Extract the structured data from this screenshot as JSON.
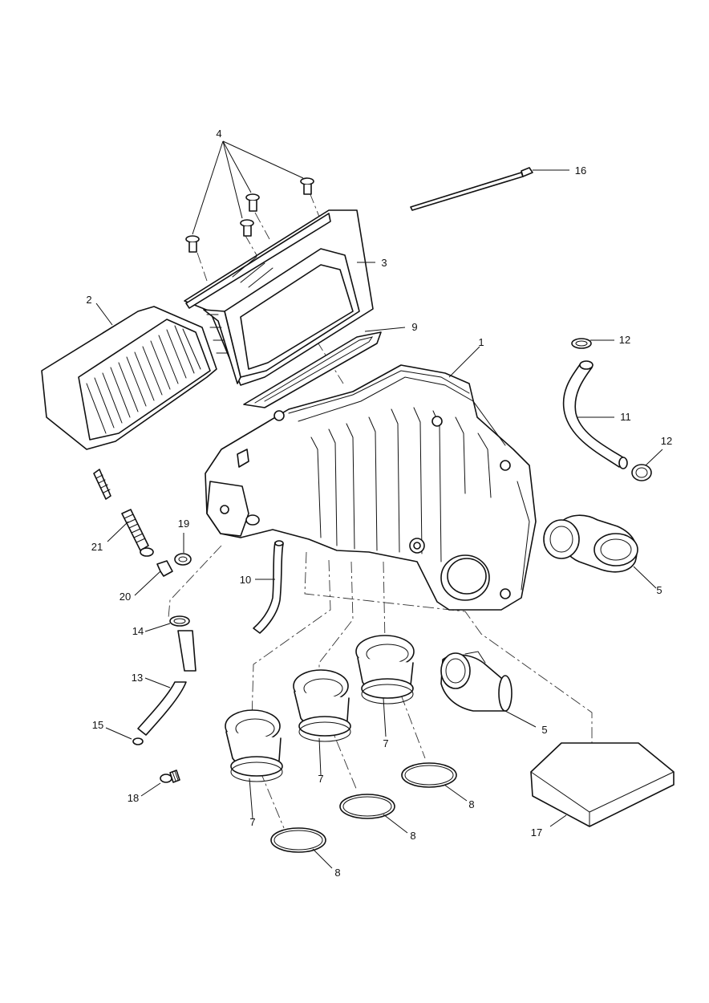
{
  "callouts": [
    {
      "id": "c1",
      "text": "1"
    },
    {
      "id": "c2",
      "text": "2"
    },
    {
      "id": "c3",
      "text": "3"
    },
    {
      "id": "c4",
      "text": "4"
    },
    {
      "id": "c5a",
      "text": "5"
    },
    {
      "id": "c5b",
      "text": "5"
    },
    {
      "id": "c7a",
      "text": "7"
    },
    {
      "id": "c7b",
      "text": "7"
    },
    {
      "id": "c7c",
      "text": "7"
    },
    {
      "id": "c8a",
      "text": "8"
    },
    {
      "id": "c8b",
      "text": "8"
    },
    {
      "id": "c8c",
      "text": "8"
    },
    {
      "id": "c9",
      "text": "9"
    },
    {
      "id": "c10",
      "text": "10"
    },
    {
      "id": "c11",
      "text": "11"
    },
    {
      "id": "c12a",
      "text": "12"
    },
    {
      "id": "c12b",
      "text": "12"
    },
    {
      "id": "c13",
      "text": "13"
    },
    {
      "id": "c14",
      "text": "14"
    },
    {
      "id": "c15",
      "text": "15"
    },
    {
      "id": "c16",
      "text": "16"
    },
    {
      "id": "c17",
      "text": "17"
    },
    {
      "id": "c18",
      "text": "18"
    },
    {
      "id": "c19",
      "text": "19"
    },
    {
      "id": "c20",
      "text": "20"
    },
    {
      "id": "c21",
      "text": "21"
    }
  ]
}
